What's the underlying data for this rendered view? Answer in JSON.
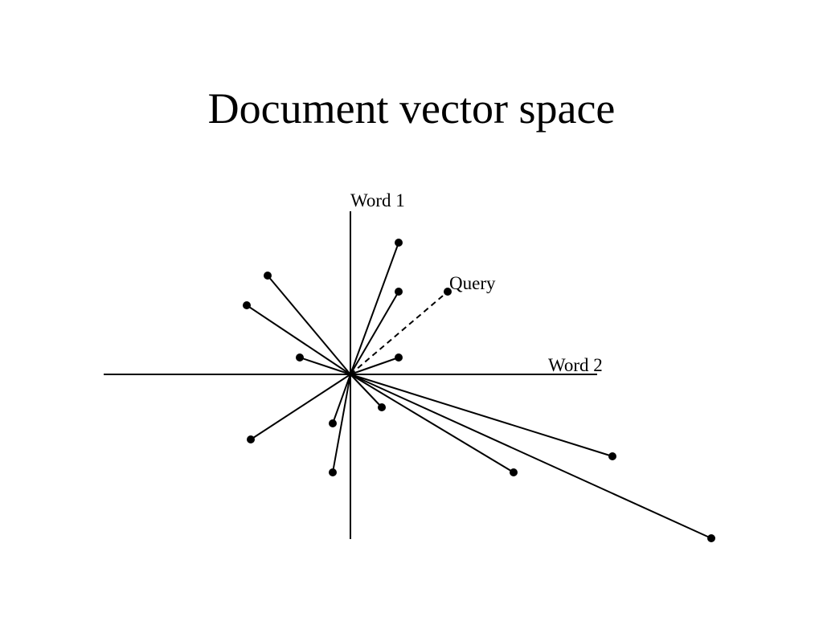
{
  "slide": {
    "title": "Document vector space"
  },
  "diagram": {
    "axis_vertical_label": "Word 1",
    "axis_horizontal_label": "Word 2",
    "query_label": "Query",
    "colors": {
      "ink": "#000000",
      "background": "#ffffff"
    }
  }
}
